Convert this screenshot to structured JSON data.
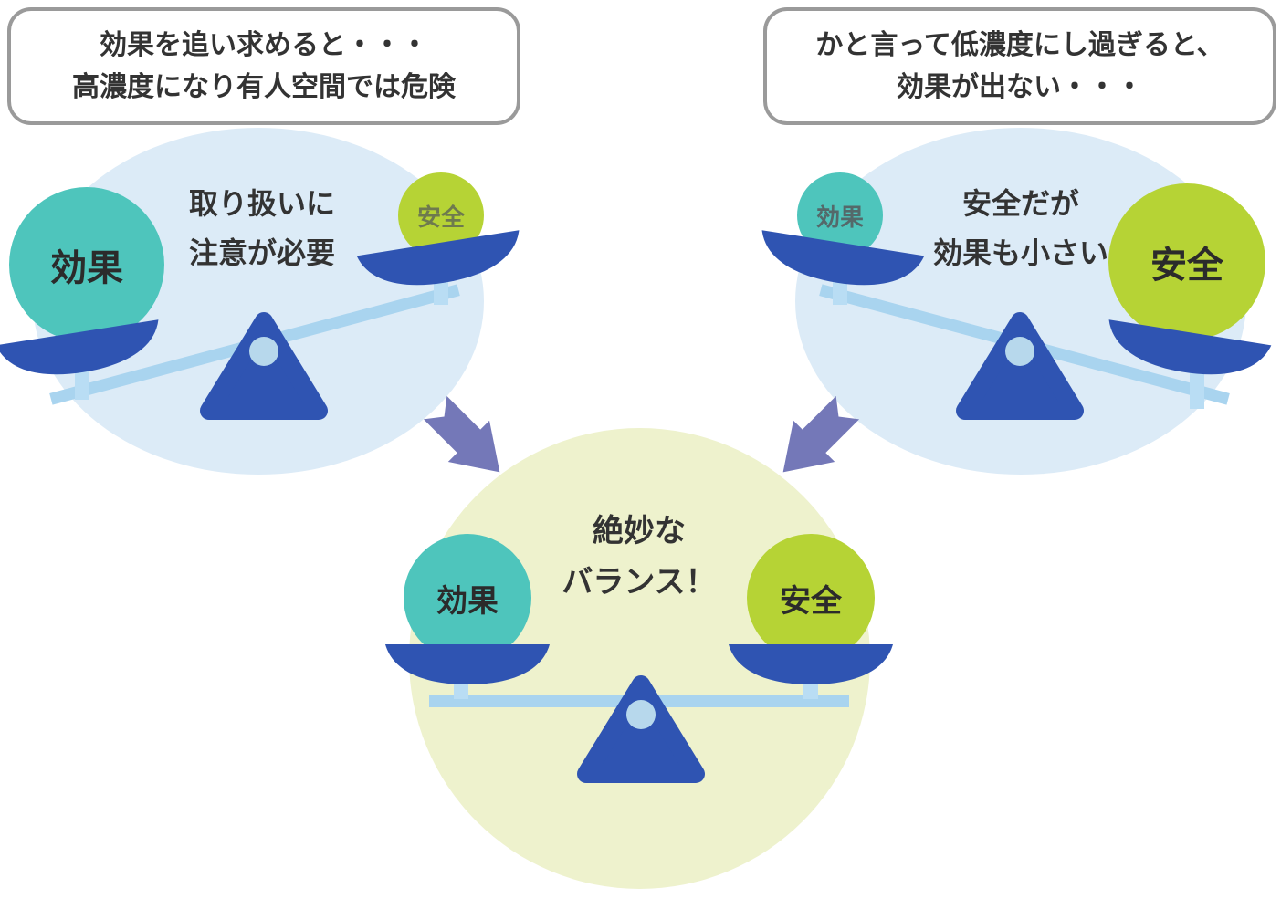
{
  "callouts": {
    "left": {
      "line1": "効果を追い求めると・・・",
      "line2": "高濃度になり有人空間では危険"
    },
    "right": {
      "line1": "かと言って低濃度にし過ぎると、",
      "line2": "効果が出ない・・・"
    }
  },
  "scales": {
    "left": {
      "caption_line1": "取り扱いに",
      "caption_line2": "注意が必要",
      "effect_ball": "効果",
      "safety_ball": "安全"
    },
    "right": {
      "caption_line1": "安全だが",
      "caption_line2": "効果も小さい",
      "effect_ball": "効果",
      "safety_ball": "安全"
    },
    "bottom": {
      "caption_line1": "絶妙な",
      "caption_line2": "バランス！",
      "effect_ball": "効果",
      "safety_ball": "安全"
    }
  },
  "colors": {
    "teal": "#4ec5bc",
    "lime": "#b6d335",
    "dark_blue": "#2f54b2",
    "light_blue_beam": "#a9d4ef",
    "stem_blue": "#b9ddf4",
    "pivot_hole": "#b7d8ec",
    "circle_blue_bg": "#dcebf7",
    "circle_yellow_bg": "#eef2cd",
    "arrow_purple": "#7478b8",
    "bubble_border": "#9a9a9a",
    "text_dark": "#333333",
    "label_dark": "#2b2b2b",
    "label_small_teal": "#54696a",
    "label_small_lime": "#6e7a4e"
  }
}
